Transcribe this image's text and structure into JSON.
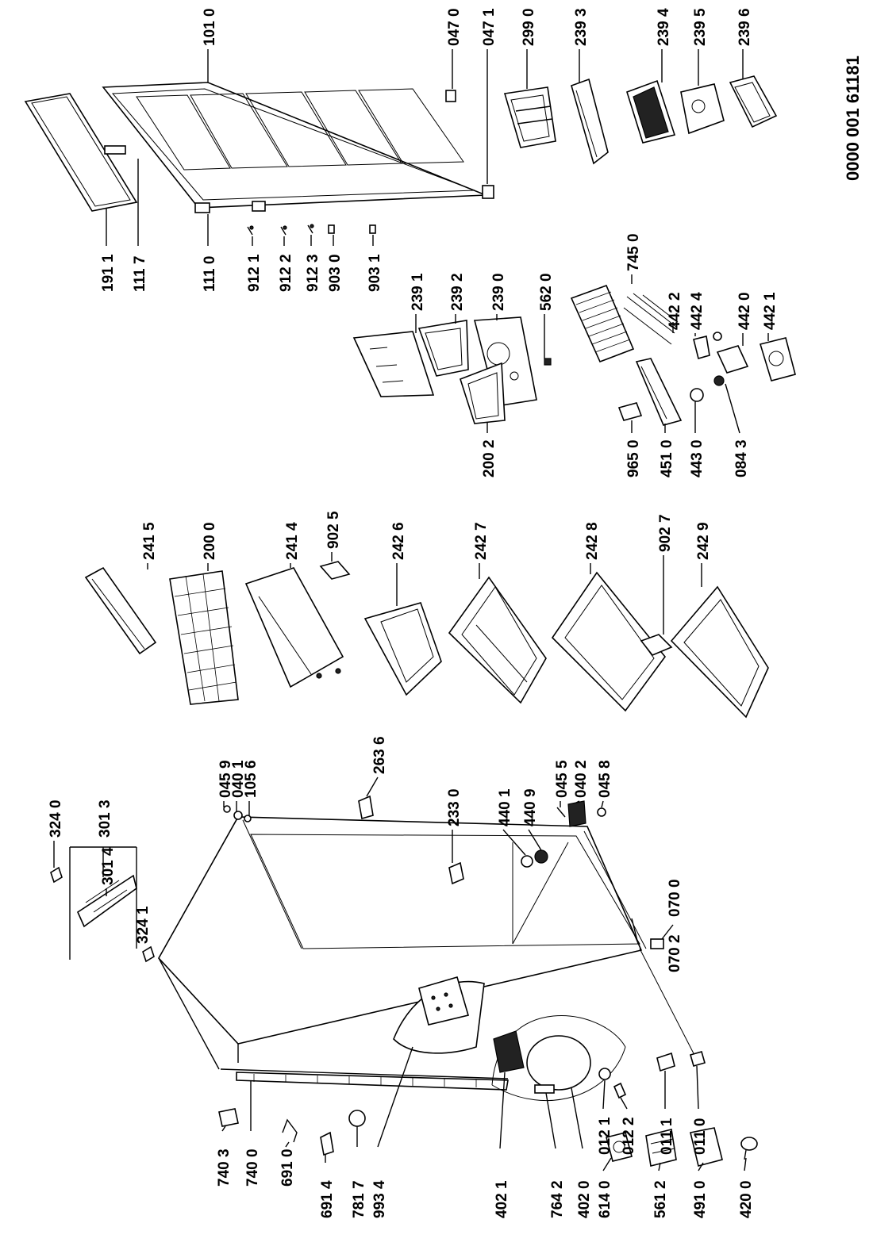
{
  "document_id": "0000 001 61181",
  "labels": {
    "l1010": "101 0",
    "l0470": "047 0",
    "l0471": "047 1",
    "l2990": "299 0",
    "l2393": "239 3",
    "l2394": "239 4",
    "l2395": "239 5",
    "l2396": "239 6",
    "l1911": "191 1",
    "l1117": "111 7",
    "l1110": "111 0",
    "l9121": "912 1",
    "l9122": "912 2",
    "l9123": "912 3",
    "l9030": "903 0",
    "l9031": "903 1",
    "l2391": "239 1",
    "l2392": "239 2",
    "l2390": "239 0",
    "l5620": "562 0",
    "l7450": "745 0",
    "l4422": "442 2",
    "l4424": "442 4",
    "l4420": "442 0",
    "l4421": "442 1",
    "l2002": "200 2",
    "l9650": "965 0",
    "l4510": "451 0",
    "l4430": "443 0",
    "l0843": "084 3",
    "l2415": "241 5",
    "l2000": "200 0",
    "l2414": "241 4",
    "l9025": "902 5",
    "l2426": "242 6",
    "l2427": "242 7",
    "l2428": "242 8",
    "l9027": "902 7",
    "l2429": "242 9",
    "l3240": "324 0",
    "l3013": "301 3",
    "l3014": "301 4",
    "l3241": "324 1",
    "l0459": "045 9",
    "l0401": "040 1",
    "l1056": "105 6",
    "l2636": "263 6",
    "l2330": "233 0",
    "l4401": "440 1",
    "l4409": "440 9",
    "l0455": "045 5",
    "l0402": "040 2",
    "l0458": "045 8",
    "l0700": "070 0",
    "l0702": "070 2",
    "l7403": "740 3",
    "l7400": "740 0",
    "l6910": "691 0",
    "l6914": "691 4",
    "l7817": "781 7",
    "l9934": "993 4",
    "l4021": "402 1",
    "l7642": "764 2",
    "l4020": "402 0",
    "l0121": "012 1",
    "l0122": "012 2",
    "l0111": "011 1",
    "l0110": "011 0",
    "l6140": "614 0",
    "l5612": "561 2",
    "l4910": "491 0",
    "l4200": "420 0"
  }
}
